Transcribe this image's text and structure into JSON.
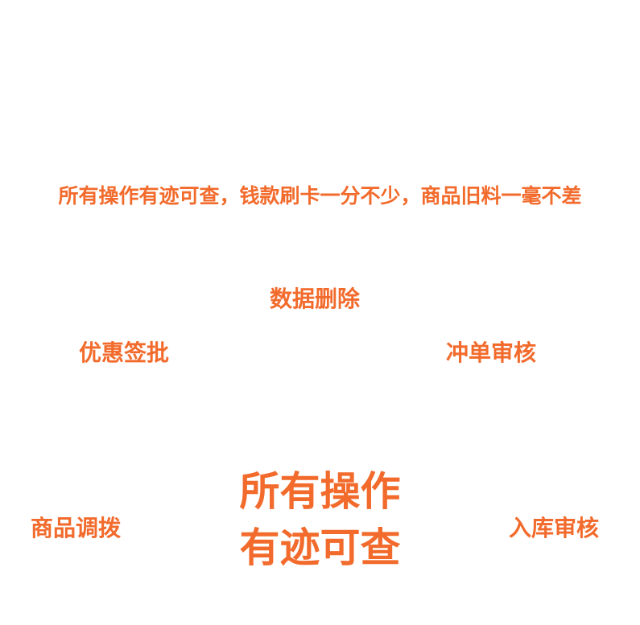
{
  "headline": "所有操作有迹可查，钱款刷卡一分不少，商品旧料一毫不差",
  "labels": {
    "data_delete": "数据删除",
    "discount_approve": "优惠签批",
    "reverse_audit": "冲单审核",
    "goods_transfer": "商品调拨",
    "inbound_audit": "入库审核"
  },
  "center_title": {
    "line1": "所有操作",
    "line2": "有迹可查"
  },
  "colors": {
    "accent": "#F26B2C",
    "background": "#FFFFFF"
  }
}
